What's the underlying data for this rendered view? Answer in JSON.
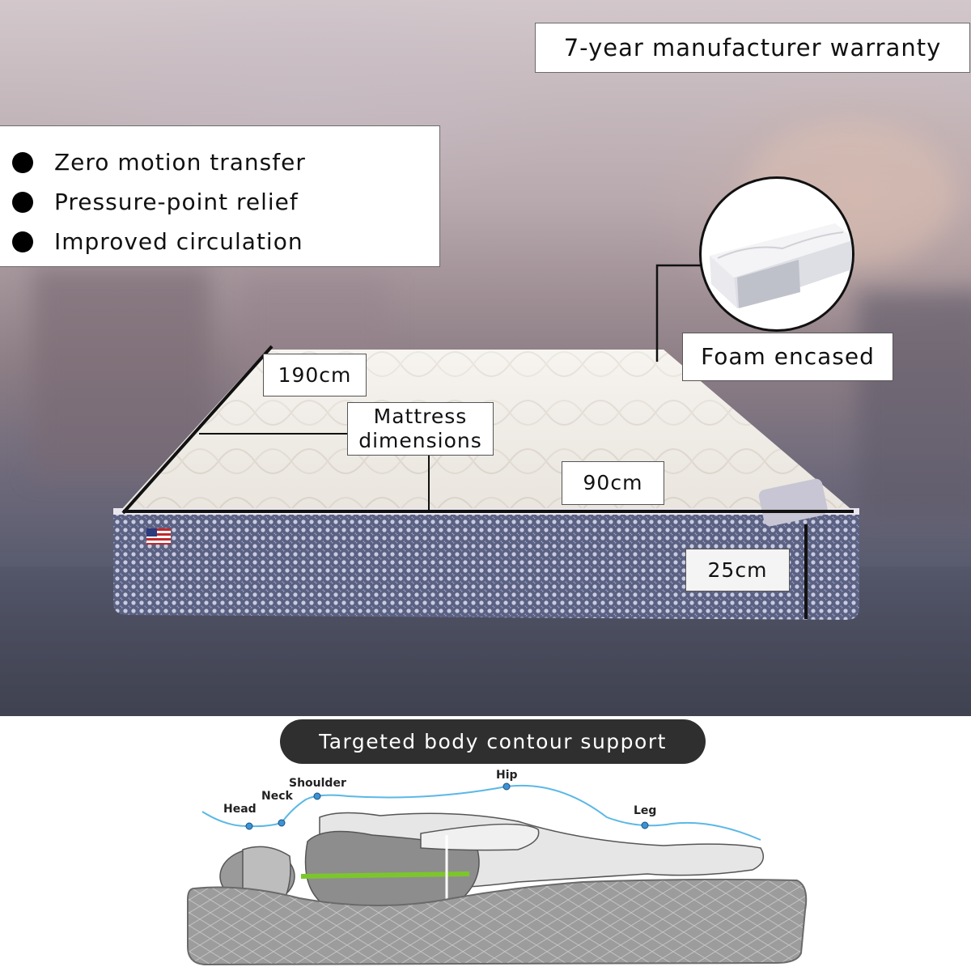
{
  "warranty": "7-year manufacturer warranty",
  "features": [
    "Zero motion transfer",
    "Pressure-point relief",
    "Improved circulation"
  ],
  "dimensions": {
    "length": "190cm",
    "title_line1": "Mattress",
    "title_line2": "dimensions",
    "width": "90cm",
    "height": "25cm"
  },
  "foam_label": "Foam encased",
  "support_title": "Targeted body contour support",
  "body_points": {
    "head": "Head",
    "neck": "Neck",
    "shoulder": "Shoulder",
    "hip": "Hip",
    "leg": "Leg"
  },
  "colors": {
    "contour_line": "#5bb8e6",
    "spine_marker": "#7cc62c",
    "pill_bg": "#2f2f2f",
    "mattress_side": "#5d6280"
  },
  "icons": {
    "bullet": "filled-circle",
    "flag": "us-flag"
  }
}
